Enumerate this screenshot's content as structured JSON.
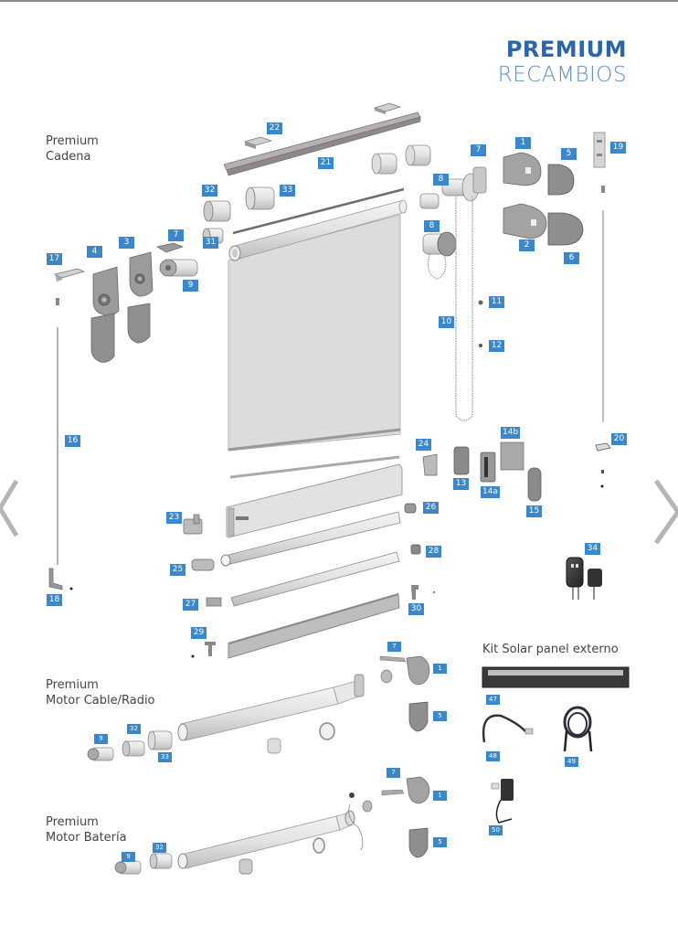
{
  "header": {
    "title": "PREMIUM",
    "subtitle": "RECAMBIOS"
  },
  "colors": {
    "accent": "#2a66a8",
    "accent_light": "#5a8ec4",
    "label_bg": "#3b87c9",
    "text": "#444444",
    "part_gray": "#9a9a9a"
  },
  "sections": {
    "cadena": {
      "line1": "Premium",
      "line2": "Cadena"
    },
    "motor_cable": {
      "line1": "Premium",
      "line2": "Motor Cable/Radio"
    },
    "motor_bateria": {
      "line1": "Premium",
      "line2": "Motor Batería"
    },
    "kit_solar": {
      "line1": "Kit Solar panel externo"
    }
  },
  "labels": {
    "l22": "22",
    "l21": "21",
    "l32a": "32",
    "l33a": "33",
    "l7a": "7",
    "l1a": "1",
    "l5a": "5",
    "l19": "19",
    "l8a": "8",
    "l8b": "8",
    "l2": "2",
    "l6": "6",
    "l17": "17",
    "l4": "4",
    "l3": "3",
    "l7b": "7",
    "l31": "31",
    "l9a": "9",
    "l11": "11",
    "l10": "10",
    "l12": "12",
    "l16": "16",
    "l24": "24",
    "l14b": "14b",
    "l13": "13",
    "l14a": "14a",
    "l15": "15",
    "l20": "20",
    "l23": "23",
    "l26": "26",
    "l25": "25",
    "l28": "28",
    "l27": "27",
    "l30": "30",
    "l34": "34",
    "l29": "29",
    "l18": "18",
    "l7c": "7",
    "l1b": "1",
    "l5b": "5",
    "l9b": "9",
    "l32b": "32",
    "l33b": "33",
    "l47": "47",
    "l48": "48",
    "l49": "49",
    "l50": "50",
    "l7d": "7",
    "l1c": "1",
    "l5c": "5",
    "l9c": "9",
    "l32c": "32"
  },
  "nav": {
    "prev_icon": "chevron-left-icon",
    "next_icon": "chevron-right-icon"
  }
}
